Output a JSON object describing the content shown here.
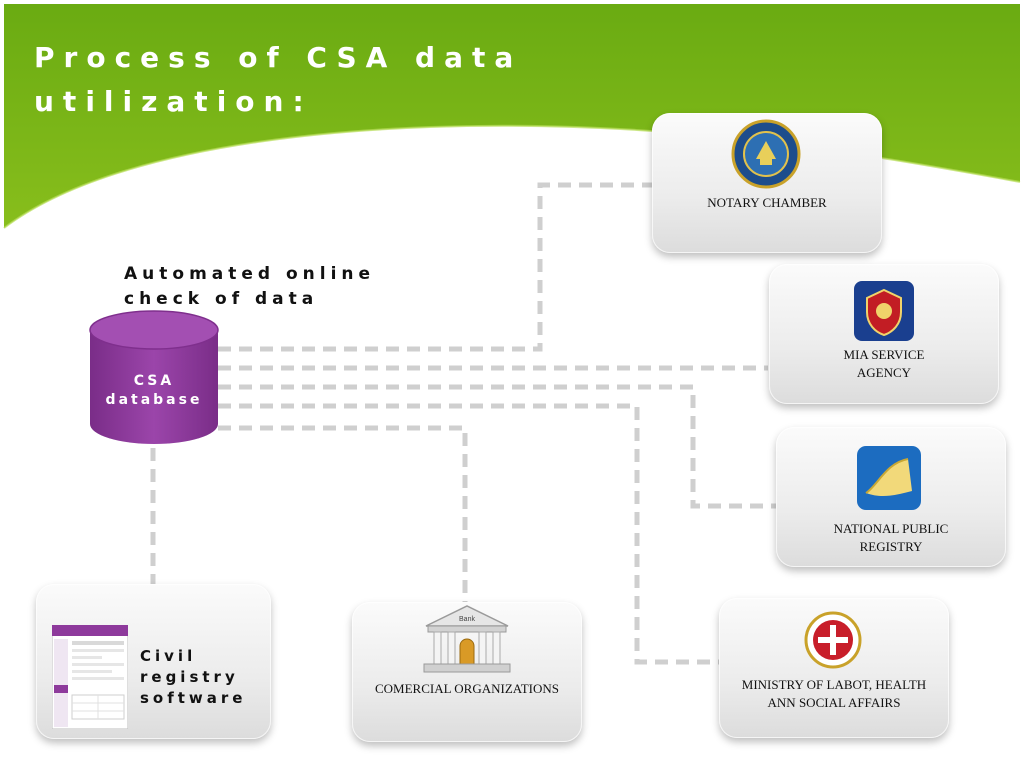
{
  "slide": {
    "title": "Process of CSA data utilization:",
    "caption": "Automated online check of data",
    "accent_color": "#7cb518"
  },
  "database": {
    "label": "CSA database",
    "color": "#8e3a9c"
  },
  "nodes": {
    "notary": {
      "label": "NOTARY  CHAMBER",
      "icon": "notary-seal-icon"
    },
    "mia": {
      "label_line1": "MIA SERVICE",
      "label_line2": "AGENCY",
      "icon": "police-emblem-icon"
    },
    "registry": {
      "label_line1": "NATIONAL PUBLIC",
      "label_line2": "REGISTRY",
      "icon": "registry-logo-icon"
    },
    "ministry": {
      "label_line1": "MINISTRY OF LABOT, HEALTH",
      "label_line2": "ANN SOCIAL AFFAIRS",
      "icon": "coat-of-arms-icon"
    },
    "commercial": {
      "label": "COMERCIAL ORGANIZATIONS",
      "icon": "bank-building-icon",
      "icon_text": "Bank"
    },
    "civil": {
      "label": "Civil registry software",
      "icon": "software-screenshot-icon"
    }
  }
}
